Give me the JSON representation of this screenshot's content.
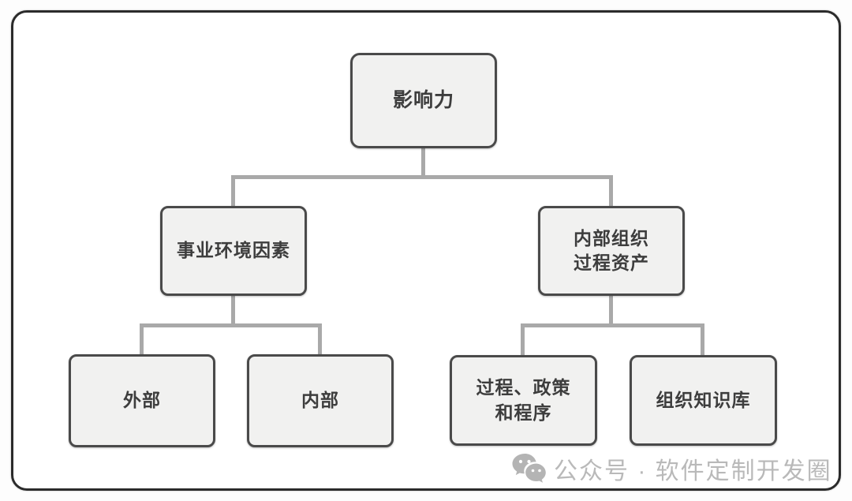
{
  "diagram": {
    "type": "tree",
    "nodes": {
      "root": {
        "label": "影响力"
      },
      "eef": {
        "label": "事业环境因素"
      },
      "opa": {
        "label": "内部组织\n过程资产"
      },
      "external": {
        "label": "外部"
      },
      "internal": {
        "label": "内部"
      },
      "ppp": {
        "label": "过程、政策\n和程序"
      },
      "okb": {
        "label": "组织知识库"
      }
    },
    "edges": [
      [
        "root",
        "eef"
      ],
      [
        "root",
        "opa"
      ],
      [
        "eef",
        "external"
      ],
      [
        "eef",
        "internal"
      ],
      [
        "opa",
        "ppp"
      ],
      [
        "opa",
        "okb"
      ]
    ]
  },
  "watermark": {
    "icon": "wechat-icon",
    "text": "公众号 · 软件定制开发圈"
  },
  "colors": {
    "node_fill": "#f1f1f0",
    "node_border": "#4a4a4a",
    "connector": "#a9a9a9",
    "node_text": "#3d3d3d",
    "frame_border": "#2b2b2b",
    "watermark": "#b9b9b9",
    "background": "#ffffff"
  }
}
